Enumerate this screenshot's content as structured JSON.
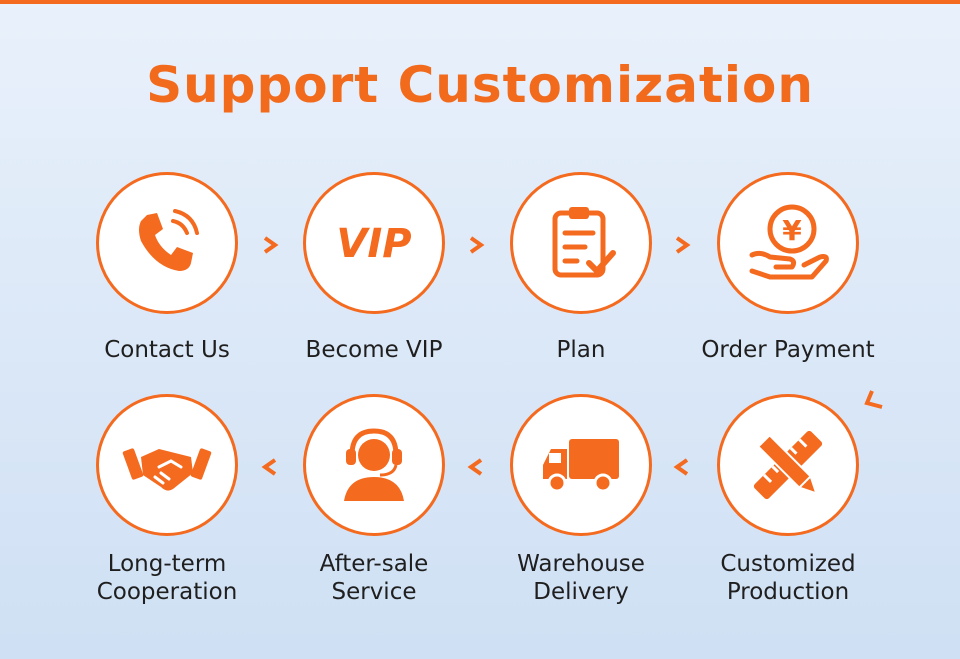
{
  "title": "Support Customization",
  "accent_color": "#f46a1f",
  "steps": [
    {
      "icon": "phone-icon",
      "label": "Contact Us"
    },
    {
      "icon": "vip-icon",
      "label": "Become VIP",
      "icon_text": "VIP"
    },
    {
      "icon": "clipboard-icon",
      "label": "Plan"
    },
    {
      "icon": "yuan-coin-hand-icon",
      "label": "Order Payment",
      "icon_text": "¥"
    },
    {
      "icon": "pencil-ruler-icon",
      "label_lines": [
        "Customized",
        "Production"
      ]
    },
    {
      "icon": "truck-icon",
      "label_lines": [
        "Warehouse",
        "Delivery"
      ]
    },
    {
      "icon": "headset-agent-icon",
      "label_lines": [
        "After-sale",
        "Service"
      ]
    },
    {
      "icon": "handshake-icon",
      "label_lines": [
        "Long-term",
        "Cooperation"
      ]
    }
  ]
}
